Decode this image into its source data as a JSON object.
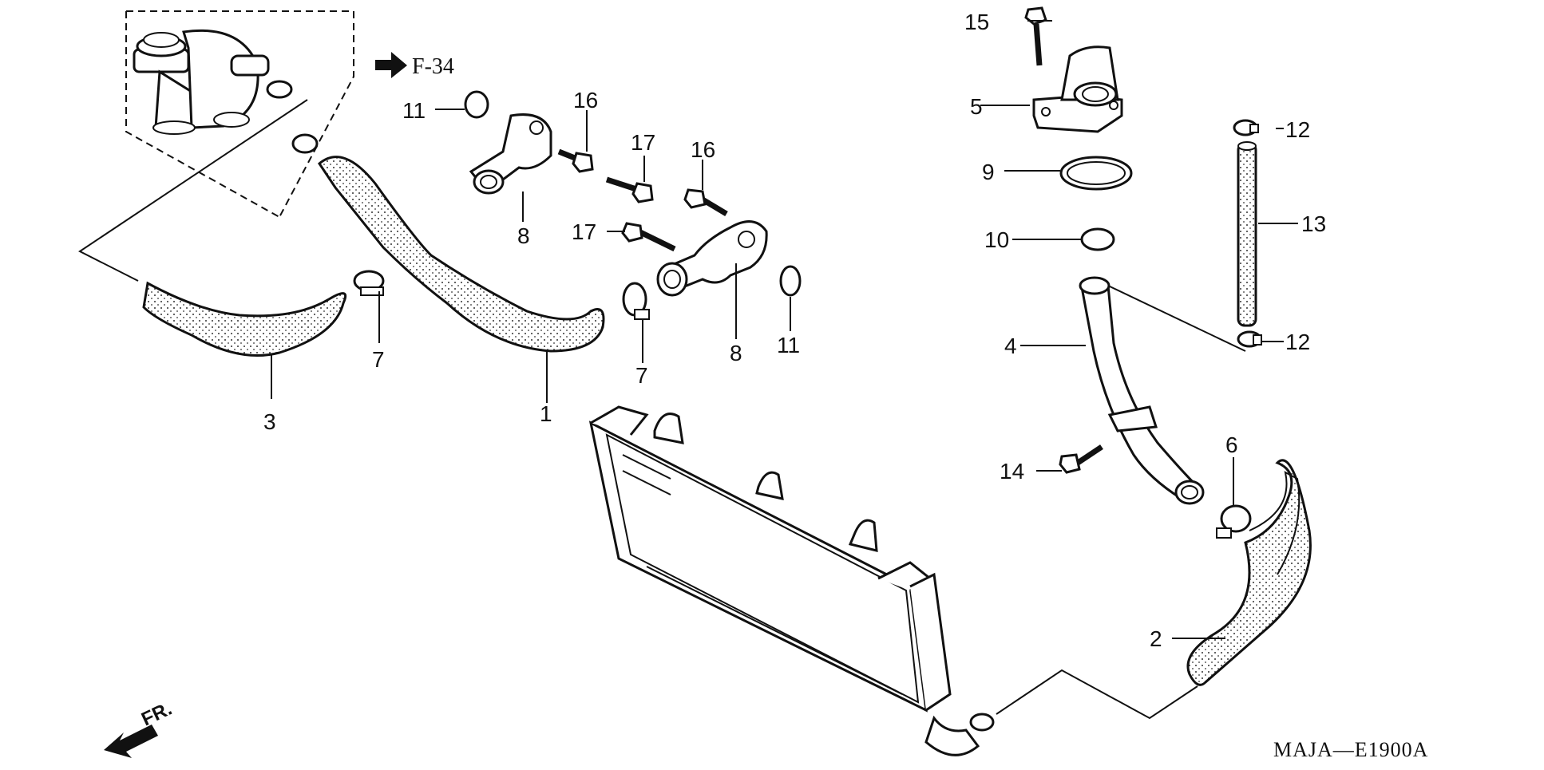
{
  "diagram": {
    "code": "MAJA—E1900A",
    "reference": "F-34",
    "front_label": "FR.",
    "callouts": {
      "c1": "1",
      "c2": "2",
      "c3": "3",
      "c4": "4",
      "c5": "5",
      "c6": "6",
      "c7a": "7",
      "c7b": "7",
      "c8a": "8",
      "c8b": "8",
      "c9": "9",
      "c10": "10",
      "c11a": "11",
      "c11b": "11",
      "c12a": "12",
      "c12b": "12",
      "c13": "13",
      "c14": "14",
      "c15": "15",
      "c16a": "16",
      "c16b": "16",
      "c17a": "17",
      "c17b": "17"
    }
  }
}
